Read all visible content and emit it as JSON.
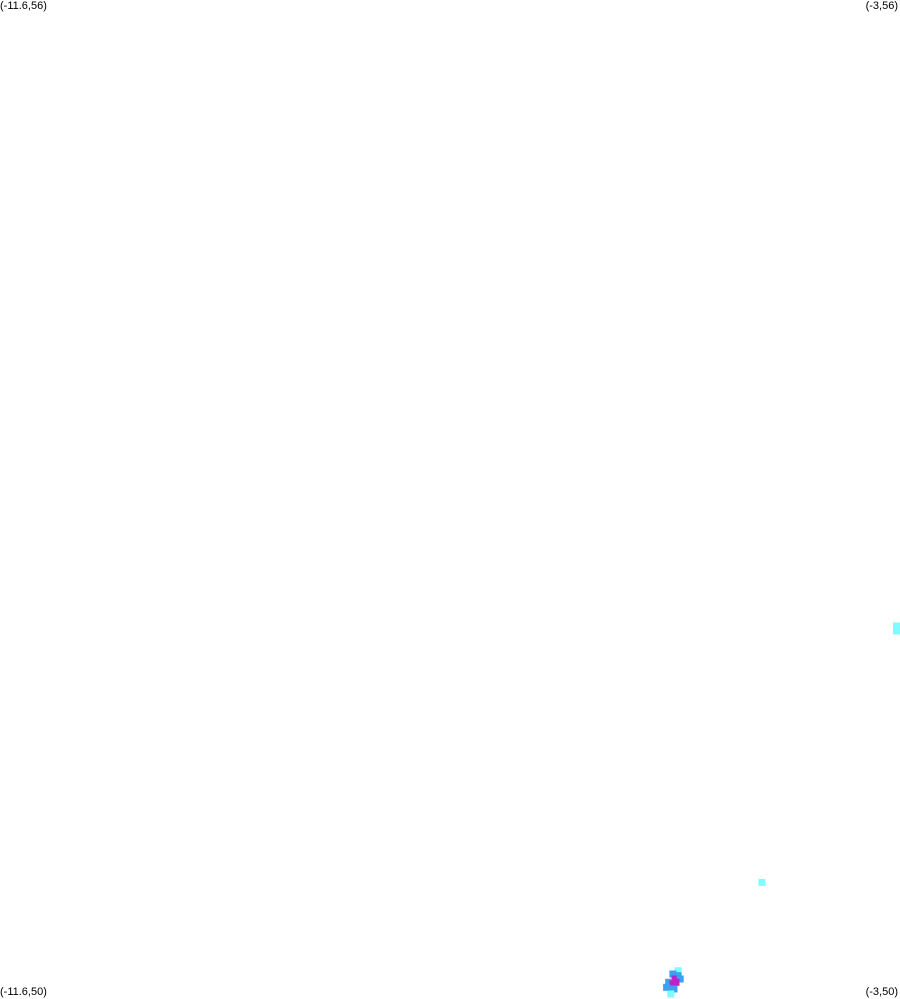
{
  "corners": {
    "top_left": "(-11.6,56)",
    "top_right": "(-3,56)",
    "bottom_left": "(-11.6,50)",
    "bottom_right": "(-3,50)"
  },
  "bounds": {
    "lon_min": -11.6,
    "lon_max": -3,
    "lat_min": 50,
    "lat_max": 56
  },
  "colors": {
    "low": "#7ffcff",
    "mid": "#3aa0f0",
    "high": "#c020c8"
  },
  "cells": [
    {
      "lon": -3.02,
      "lat": 52.24,
      "level": "low"
    },
    {
      "lon": -3.02,
      "lat": 52.21,
      "level": "low"
    },
    {
      "lon": -4.32,
      "lat": 50.7,
      "level": "low"
    },
    {
      "lon": -5.12,
      "lat": 50.17,
      "level": "low"
    },
    {
      "lon": -5.17,
      "lat": 50.15,
      "level": "mid"
    },
    {
      "lon": -5.12,
      "lat": 50.14,
      "level": "mid"
    },
    {
      "lon": -5.15,
      "lat": 50.12,
      "level": "high"
    },
    {
      "lon": -5.1,
      "lat": 50.12,
      "level": "mid"
    },
    {
      "lon": -5.21,
      "lat": 50.1,
      "level": "mid"
    },
    {
      "lon": -5.17,
      "lat": 50.09,
      "level": "high"
    },
    {
      "lon": -5.14,
      "lat": 50.1,
      "level": "high"
    },
    {
      "lon": -5.23,
      "lat": 50.07,
      "level": "mid"
    },
    {
      "lon": -5.19,
      "lat": 50.06,
      "level": "mid"
    },
    {
      "lon": -5.16,
      "lat": 50.06,
      "level": "mid"
    },
    {
      "lon": -5.19,
      "lat": 50.03,
      "level": "low"
    }
  ]
}
